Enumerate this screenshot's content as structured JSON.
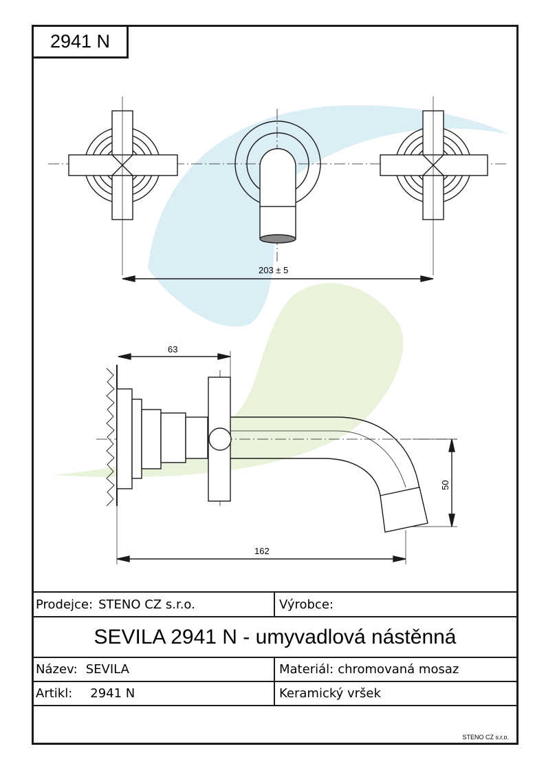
{
  "sheet": {
    "code": "2941 N"
  },
  "dimensions": {
    "top_span": "203 ± 5",
    "wall_to_handle": "63",
    "total_length": "162",
    "spout_drop": "50"
  },
  "title_block": {
    "seller_label": "Prodejce:",
    "seller_value": "STENO CZ s.r.o.",
    "maker_label": "Výrobce:",
    "maker_value": "",
    "product_title": "SEVILA 2941 N - umyvadlová nástěnná",
    "name_label": "Název:",
    "name_value": "SEVILA",
    "material_label": "Materiál:",
    "material_value": "chromovaná mosaz",
    "article_label": "Artikl:",
    "article_value": "2941 N",
    "cartridge": "Keramický vršek",
    "footer_mark": "STENO CZ s.r.o."
  },
  "colors": {
    "line": "#1a1a1a",
    "watermark_blue": "#dbeef6",
    "watermark_green": "#e9f3dc"
  }
}
